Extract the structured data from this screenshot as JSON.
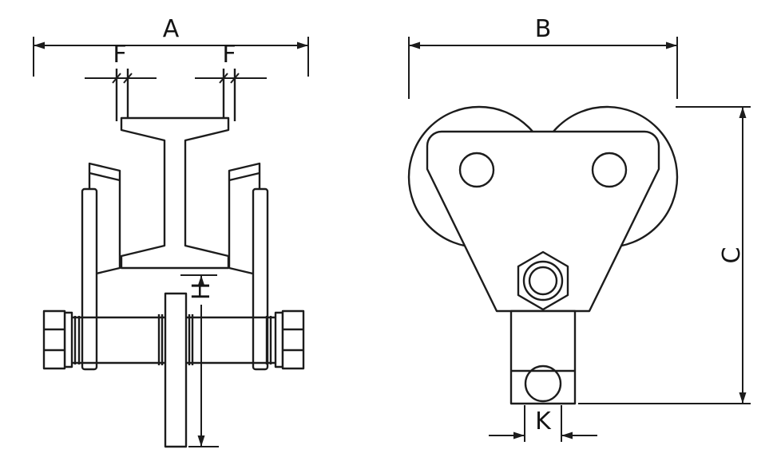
{
  "drawing": {
    "type": "technical-drawing",
    "views": {
      "front": {
        "dim_overall_width": "A",
        "dim_flange_left": "F",
        "dim_flange_right": "F",
        "dim_drop_height": "H"
      },
      "side": {
        "dim_overall_width": "B",
        "dim_overall_height": "C",
        "dim_slot_width": "K"
      }
    },
    "colors": {
      "line": "#1c1c1c",
      "background": "#ffffff"
    }
  }
}
